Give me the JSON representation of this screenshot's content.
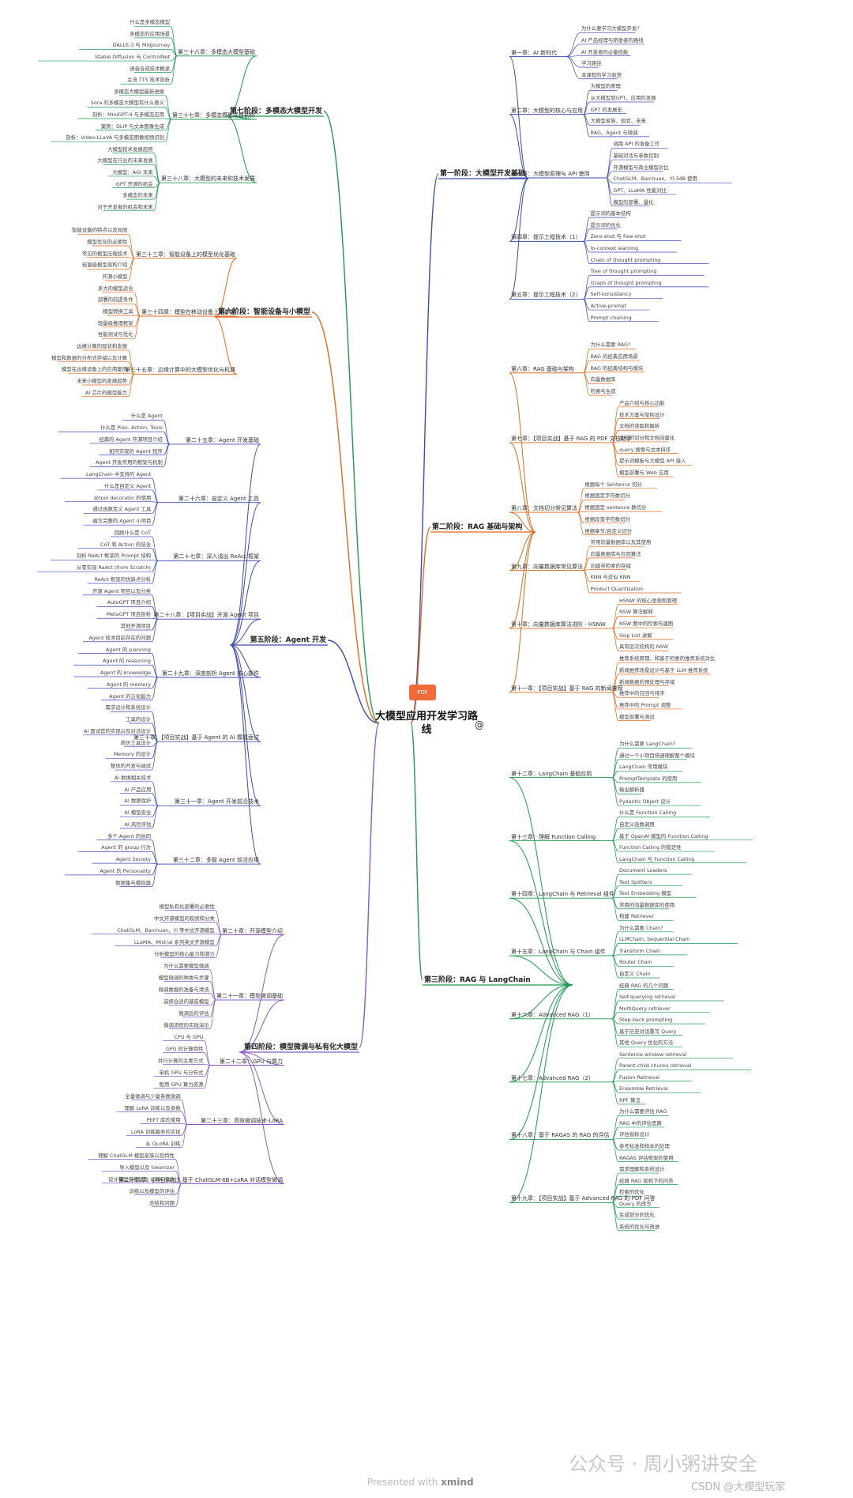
{
  "root": {
    "title": "大模型应用开发学习路线",
    "pdf_label": "PDF"
  },
  "footer": {
    "presented": "Presented with",
    "brand": "xmind"
  },
  "watermark": {
    "main": "公众号 · 周小粥讲安全",
    "csdn": "CSDN @大模型玩家"
  },
  "colors": {
    "stage1": "#3b4bb5",
    "stage2": "#e46a1d",
    "stage3": "#1e9a52",
    "stage4": "#8a5bc8",
    "stage5": "#3b4bb5",
    "stage6": "#e46a1d",
    "stage7": "#1e9a52"
  },
  "stages": [
    {
      "label": "第一阶段：大模型开发基础",
      "side": "right",
      "color": "#3b4bb5",
      "chapters": [
        {
          "label": "第一章：AI 新时代",
          "items": [
            "为什么要学习大模型开发?",
            "AI 产品经理与研发者的路线",
            "AI 开发者的必备技能",
            "学习路径",
            "本课程的学习收获"
          ]
        },
        {
          "label": "第二章：大模型的核心与应用",
          "items": [
            "大模型的原理",
            "从大模型到GPT，应用的发展",
            "GPT 的发展史",
            "大模型家族、现状、未来",
            "RAG、Agent 与微调"
          ]
        },
        {
          "label": "第三章：大模型原理与 API 使用",
          "items": [
            "调用 API 的准备工作",
            "基础对话与参数控制",
            "开源模型与商业模型对比",
            "ChatGLM、Baichuan、Yi-34B 使用",
            "GPT、LLaMA 性能对比",
            "模型的部署、量化"
          ]
        },
        {
          "label": "第四章：提示工程技术（1）",
          "items": [
            "提示词的基本结构",
            "提示词的优化",
            "Zero-shot 与 Few-shot",
            "In-context learning",
            "Chain of thought prompting"
          ]
        },
        {
          "label": "第五章：提示工程技术（2）",
          "items": [
            "Tree of thought prompting",
            "Graph of thought prompting",
            "Self-consistency",
            "Active-prompt",
            "Prompt chaining"
          ]
        }
      ]
    },
    {
      "label": "第二阶段：RAG 基础与架构",
      "side": "right",
      "color": "#e46a1d",
      "chapters": [
        {
          "label": "第六章：RAG 基础与架构",
          "items": [
            "为什么需要 RAG?",
            "RAG 的经典应用场景",
            "RAG 的经典结构与模块",
            "向量数据库",
            "检索与生成"
          ]
        },
        {
          "label": "第七章：【项目实战】基于 RAG 的 PDF 文档助手",
          "items": [
            "产品介绍与核心功能",
            "技术方案与架构设计",
            "文档的读取和解析",
            "文档的切分和文档向量化",
            "query 搜索与文本排序",
            "提示词模板与大模型 API 接入",
            "模型部署与 Web 应用"
          ]
        },
        {
          "label": "第八章：文档切分常见算法",
          "items": [
            "根据每个 Sentence 切分",
            "根据固定字符数切分",
            "根据固定 sentence 数切分",
            "根据段落字符数切分",
            "根据章节/自定义切分"
          ]
        },
        {
          "label": "第九章：向量数据库常见算法",
          "items": [
            "常用向量数据库以及其使用",
            "向量数据库与召回算法",
            "创建带检索的存储",
            "KNN 与近似 KNN",
            "Product Quantization"
          ]
        },
        {
          "label": "第十章：向量数据库算法进阶 - HSNW",
          "items": [
            "HSNW 的核心思想和原理",
            "NSW 算法解释",
            "NSW 图中的检索与建图",
            "Skip List 讲解",
            "具有层次结构的 NSW"
          ]
        },
        {
          "label": "第十一章：【项目实战】基于 RAG 的新闻推荐",
          "items": [
            "推荐系统原理、和基于检索的推荐系统对比",
            "新闻推荐场景设计与基于 LLM 推荐系统",
            "新闻数据的预处理与存储",
            "推荐中的召回与排序",
            "推荐中的 Prompt 调整",
            "模型部署与测试"
          ]
        }
      ]
    },
    {
      "label": "第三阶段：RAG 与 LangChain",
      "side": "right",
      "color": "#1e9a52",
      "chapters": [
        {
          "label": "第十二章：LangChain 基础应用",
          "items": [
            "为什么需要 LangChain?",
            "通过一个小项目快速理解整个模块",
            "LangChain 常用模块",
            "PromptTemplate 的使用",
            "输出解析器",
            "Pydantic Object 设计"
          ]
        },
        {
          "label": "第十三章：理解 Function Calling",
          "items": [
            "什么是 Function Calling",
            "自定义函数调用",
            "基于 OpenAI 模型的 Function Calling",
            "Function Calling 的稳定性",
            "LangChain 与 Function Calling"
          ]
        },
        {
          "label": "第十四章：LangChain 与 Retrieval 组件",
          "items": [
            "Document Loaders",
            "Text Splitters",
            "Text Embedding 模型",
            "常用的向量数据库的使用",
            "构建 Retriever"
          ]
        },
        {
          "label": "第十五章：LangChain 与 Chain 组件",
          "items": [
            "为什么需要 Chain?",
            "LLMChain, Sequential Chain",
            "Transform Chain",
            "Router Chain",
            "自定义 Chain"
          ]
        },
        {
          "label": "第十六章：Advanced RAG（1）",
          "items": [
            "经典 RAG 的几个问题",
            "Self-querying retrieval",
            "MultiQuery retriever",
            "Step-back prompting",
            "基于历史对话重写 Query",
            "其他 Query 优化的方法"
          ]
        },
        {
          "label": "第十七章：Advanced RAG（2）",
          "items": [
            "Sentence window retrieval",
            "Parent-child chunks retrieval",
            "Fusion Retrieval",
            "Ensemble Retrieval",
            "RPF 算法"
          ]
        },
        {
          "label": "第十八章：基于 RAGAS 的 RAG 的评估",
          "items": [
            "为什么需要评估 RAG",
            "RAG 中的评估思路",
            "评估指标设计",
            "参考标准和样本的处理",
            "RAGAS 评估框架的使用"
          ]
        },
        {
          "label": "第十九章：【项目实战】基于 Advanced RAG 的 PDF 问答",
          "items": [
            "需求理解和系统设计",
            "经典 RAG 架构下的问答",
            "检索的优化",
            "Query 的改写",
            "生成部分的优化",
            "系统的优化与改进"
          ]
        }
      ]
    },
    {
      "label": "第四阶段：模型微调与私有化大模型",
      "side": "left",
      "color": "#8a5bc8",
      "chapters": [
        {
          "label": "第二十章：开源模型介绍",
          "items": [
            "模型私有化部署的必要性",
            "中文开源模型的现状和分类",
            "ChatGLM、Baichuan、Yi 等中文开源模型",
            "LLaMA、Mistral 系列英文开源模型",
            "分析模型的核心能力和潜力"
          ]
        },
        {
          "label": "第二十一章：模型微调基础",
          "items": [
            "为什么需要模型微调",
            "模型微调的种类与步骤",
            "微调数据的准备与清洗",
            "选择合适的基座模型",
            "微调后的评估",
            "微调流程的实践演示"
          ]
        },
        {
          "label": "第二十二章：GPU 与算力",
          "items": [
            "CPU 与 GPU",
            "GPU 的计算特性",
            "并行计算的主要方式",
            "单机 GPU 与分布式",
            "租用 GPU 算力资源"
          ]
        },
        {
          "label": "第二十三章：高效微调技术-LoRA",
          "items": [
            "全量微调与少量参数微调",
            "理解 LoRA 训练以及参数",
            "PEFT 库的使用",
            "LoRA 训练服务的实现",
            "从 QLoRA 训练"
          ]
        },
        {
          "label": "第二十四章：【项目实战】基于 ChatGLM-6B+LoRA 对话模型微调",
          "items": [
            "理解 ChatGLM 模型家族以及特性",
            "导入模型以及 tokenizer",
            "设计模型参数以及 LoRA 参数",
            "训练以及模型的评估",
            "总结和问题"
          ]
        }
      ]
    },
    {
      "label": "第五阶段：Agent 开发",
      "side": "left",
      "color": "#3b4bb5",
      "chapters": [
        {
          "label": "第二十五章：Agent 开发基础",
          "items": [
            "什么是 Agent",
            "什么是 Plan, Action, Tools",
            "经典的 Agent 开源项目介绍",
            "如何实现的 Agent 程序",
            "Agent 开发常用的框架与机制"
          ]
        },
        {
          "label": "第二十六章：自定义 Agent 工具",
          "items": [
            "LangChain 中支持的 Agent",
            "什么是自定义 Agent",
            "@tool decorator 的使用",
            "通过函数定义 Agent 工具",
            "编写完整的 Agent 小项目"
          ]
        },
        {
          "label": "第二十七章：深入浅出 ReAct 框架",
          "items": [
            "回顾什么是 CoT",
            "CoT 和 Action 的结合",
            "剖析 ReAct 框架的 Prompt 结构",
            "从零实现 ReAct (from Scratch)",
            "ReAct 框架的优缺点分析"
          ]
        },
        {
          "label": "第二十八章：【项目实战】开源 Agent 项目",
          "items": [
            "开源 Agent 项目以及分类",
            "AutoGPT 项目介绍",
            "MetaGPT 项目剖析",
            "其他开源项目",
            "Agent 技术目前存在的问题"
          ]
        },
        {
          "label": "第二十九章：深度剖析 Agent 核心部件",
          "items": [
            "Agent 的 planning",
            "Agent 的 reasoning",
            "Agent 的 knowledge",
            "Agent 的 memory",
            "Agent 的泛化能力"
          ]
        },
        {
          "label": "第三十章：【项目实战】基于 Agent 的 AI 模拟面试",
          "items": [
            "需求设计和系统设计",
            "工具的设计",
            "AI 面试官的实现以及对话设计",
            "简历工具设计",
            "Memory 的设计",
            "整体的开发与调试"
          ]
        },
        {
          "label": "第三十一章：Agent 开发前沿技术",
          "items": [
            "AI 数据相关技术",
            "AI 产品应用",
            "AI 数据保护",
            "AI 模型安全",
            "AI 风险评估"
          ]
        },
        {
          "label": "第三十二章：多智 Agent 前沿应用",
          "items": [
            "多个 Agent 的协同",
            "Agent 的 group 行为",
            "Agent Society",
            "Agent 的 Personality",
            "数据集与模拟器"
          ]
        }
      ]
    },
    {
      "label": "第六阶段：智能设备与小模型",
      "side": "left",
      "color": "#e46a1d",
      "chapters": [
        {
          "label": "第三十三章：智能设备上的模型优化基础",
          "items": [
            "智能设备的特点以及局限",
            "模型优化的必要性",
            "常见的模型压缩技术",
            "轻量级模型架构介绍",
            "开源小模型"
          ]
        },
        {
          "label": "第三十四章：模型在移动设备上的部署",
          "items": [
            "多大的模型适合",
            "部署的前提条件",
            "模型转换工具",
            "轻量级推理框架",
            "性能测试与优化"
          ]
        },
        {
          "label": "第三十五章：边缘计算中的大模型优化与机遇",
          "items": [
            "边缘计算的现状和发展",
            "模型和数据的分布式存储以及计算",
            "模型在边缘设备上的应用案例",
            "未来小模型的发展趋势",
            "AI 芯片的模型能力"
          ]
        }
      ]
    },
    {
      "label": "第七阶段：多模态大模型开发",
      "side": "left",
      "color": "#1e9a52",
      "chapters": [
        {
          "label": "第三十六章：多模态大模型基础",
          "items": [
            "什么是多模态模型",
            "多模态的应用场景",
            "DALLE-3 与 Midjourney",
            "Stable Diffusion 与 ControlNet",
            "语音合成技术概述",
            "主流 TTS 技术剖析"
          ]
        },
        {
          "label": "第三十七章：多模态模型项目剖析",
          "items": [
            "多模态大模型最新进展",
            "Sora 的多模态大模型有什么意义",
            "剖析：MiniGPT-4 与多模态应用",
            "案例：DLIP 与文本图像生成",
            "剖析：Video-LLaVA 与多模态图像视频识别"
          ]
        },
        {
          "label": "第三十八章：大模型的未来和技术发展",
          "items": [
            "大模型技术发展趋势",
            "大模型在行业的未来发展",
            "大模型：AGI 未来",
            "GPT 开源的机会",
            "多模态的未来",
            "对于开发者的机会和未来"
          ]
        }
      ]
    }
  ]
}
